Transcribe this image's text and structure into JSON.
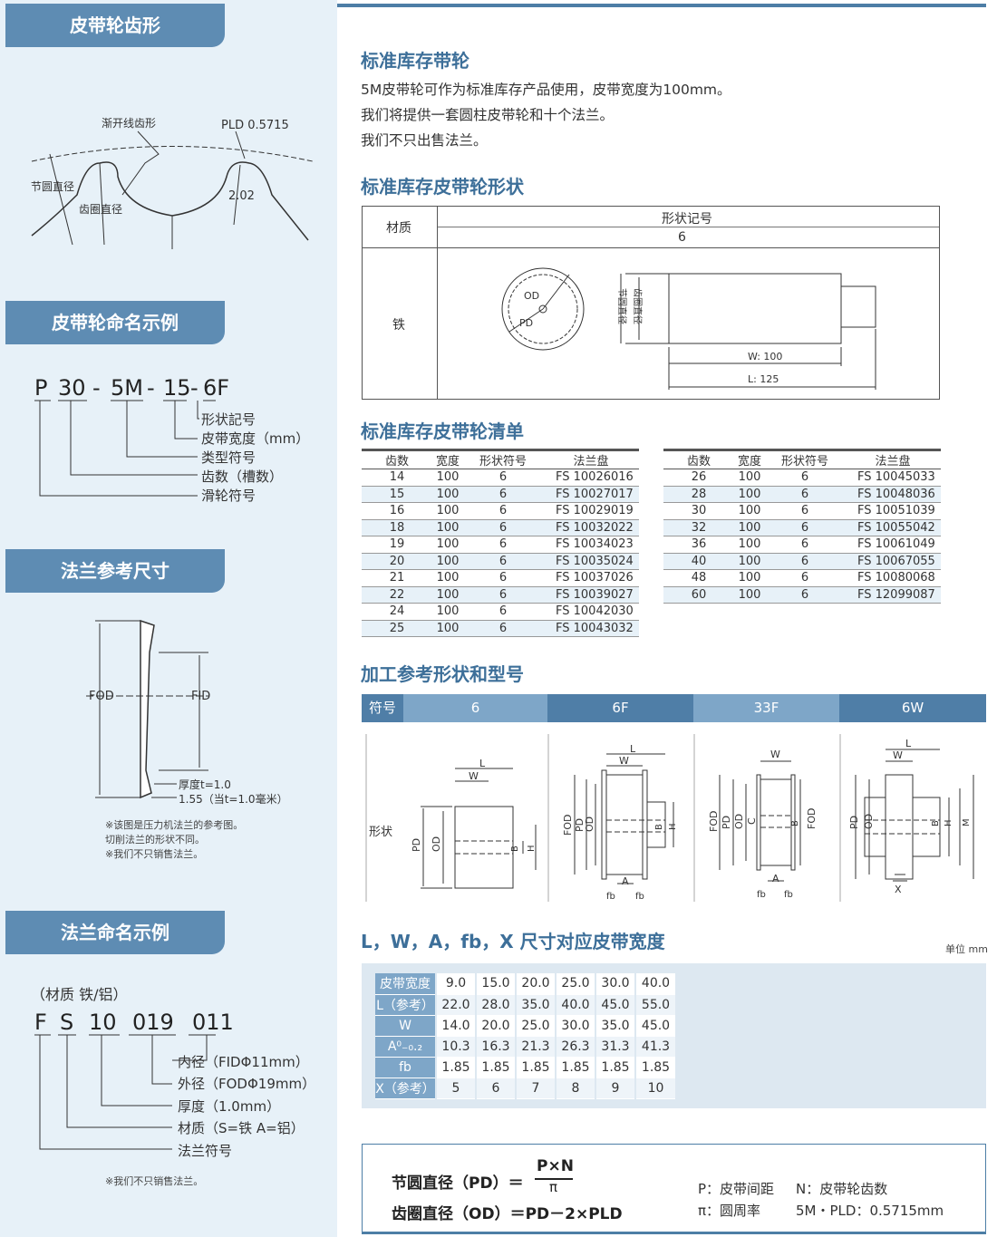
{
  "sections": {
    "tooth": "皮带轮齿形",
    "naming": "皮带轮命名示例",
    "flange_dim": "法兰参考尺寸",
    "flange_naming": "法兰命名示例",
    "stock": "标准库存带轮",
    "stock_shape": "标准库存皮带轮形状",
    "stock_list": "标准库存皮带轮清单",
    "proc_shape": "加工参考形状和型号",
    "width_table": "L，W，A，fb，X 尺寸对应皮带宽度"
  },
  "tooth_labels": {
    "involute": "渐开线齿形",
    "pld": "PLD 0.5715",
    "pitch_dia": "节圆直径",
    "root_dia": "齿圈直径",
    "depth": "2.02"
  },
  "pulley_code": {
    "parts": [
      "P",
      "30",
      "-",
      "5M",
      "-",
      "15",
      "-",
      "6F"
    ],
    "legend": [
      "形状記号",
      "皮带宽度（mm）",
      "类型符号",
      "齿数（槽数）",
      "滑轮符号"
    ]
  },
  "flange_ref": {
    "fod": "FOD",
    "fid": "FID",
    "thick": "厚度t=1.0",
    "val": "1.55（当t=1.0毫米）",
    "notes": [
      "※该图是压力机法兰的参考图。",
      "切削法兰的形状不同。",
      "※我们不只销售法兰。"
    ]
  },
  "flange_code": {
    "material": "（材质 铁/铝）",
    "parts": [
      "F",
      "S",
      "10",
      "019",
      "011"
    ],
    "legend": [
      "内径（FIDΦ11mm）",
      "外径（FODΦ19mm）",
      "厚度（1.0mm）",
      "材质（S=铁 A=铝）",
      "法兰符号"
    ],
    "note": "※我们不只销售法兰。"
  },
  "stock_text": [
    "5M皮带轮可作为标准库存产品使用，皮带宽度为100mm。",
    "我们将提供一套圆柱皮带轮和十个法兰。",
    "我们不只出售法兰。"
  ],
  "shape_table": {
    "material": "材质",
    "shape_code": "形状记号",
    "code_val": "6",
    "iron": "铁",
    "od": "OD",
    "pd": "PD",
    "pitch": "节圆直径",
    "root": "齿圈直径",
    "w": "W: 100",
    "l": "L: 125"
  },
  "stock_headers": [
    "齿数",
    "宽度",
    "形状符号",
    "法兰盘"
  ],
  "stock_left": [
    [
      "14",
      "100",
      "6",
      "FS 10026016"
    ],
    [
      "15",
      "100",
      "6",
      "FS 10027017"
    ],
    [
      "16",
      "100",
      "6",
      "FS 10029019"
    ],
    [
      "18",
      "100",
      "6",
      "FS 10032022"
    ],
    [
      "19",
      "100",
      "6",
      "FS 10034023"
    ],
    [
      "20",
      "100",
      "6",
      "FS 10035024"
    ],
    [
      "21",
      "100",
      "6",
      "FS 10037026"
    ],
    [
      "22",
      "100",
      "6",
      "FS 10039027"
    ],
    [
      "24",
      "100",
      "6",
      "FS 10042030"
    ],
    [
      "25",
      "100",
      "6",
      "FS 10043032"
    ]
  ],
  "stock_right": [
    [
      "26",
      "100",
      "6",
      "FS 10045033"
    ],
    [
      "28",
      "100",
      "6",
      "FS 10048036"
    ],
    [
      "30",
      "100",
      "6",
      "FS 10051039"
    ],
    [
      "32",
      "100",
      "6",
      "FS 10055042"
    ],
    [
      "36",
      "100",
      "6",
      "FS 10061049"
    ],
    [
      "40",
      "100",
      "6",
      "FS 10067055"
    ],
    [
      "48",
      "100",
      "6",
      "FS 10080068"
    ],
    [
      "60",
      "100",
      "6",
      "FS 12099087"
    ]
  ],
  "proc": {
    "symbol": "符号",
    "cols": [
      "6",
      "6F",
      "33F",
      "6W"
    ],
    "shape": "形状"
  },
  "unit": "单位 mm",
  "width_rows": [
    {
      "label": "皮带宽度",
      "values": [
        "9.0",
        "15.0",
        "20.0",
        "25.0",
        "30.0",
        "40.0"
      ]
    },
    {
      "label": "L（参考）",
      "values": [
        "22.0",
        "28.0",
        "35.0",
        "40.0",
        "45.0",
        "55.0"
      ]
    },
    {
      "label": "W",
      "values": [
        "14.0",
        "20.0",
        "25.0",
        "30.0",
        "35.0",
        "45.0"
      ]
    },
    {
      "label": "A⁰₋₀.₂",
      "values": [
        "10.3",
        "16.3",
        "21.3",
        "26.3",
        "31.3",
        "41.3"
      ]
    },
    {
      "label": "fb",
      "values": [
        "1.85",
        "1.85",
        "1.85",
        "1.85",
        "1.85",
        "1.85"
      ]
    },
    {
      "label": "X（参考）",
      "values": [
        "5",
        "6",
        "7",
        "8",
        "9",
        "10"
      ]
    }
  ],
  "formula": {
    "pd_lhs": "节圆直径（PD）＝",
    "num": "P×N",
    "den": "π",
    "od": "齿圈直径（OD）＝PD－2×PLD",
    "p": "P：皮带间距",
    "n": "N：皮带轮齿数",
    "pi": "π：圆周率",
    "pld": "5M・PLD：0.5715mm"
  }
}
